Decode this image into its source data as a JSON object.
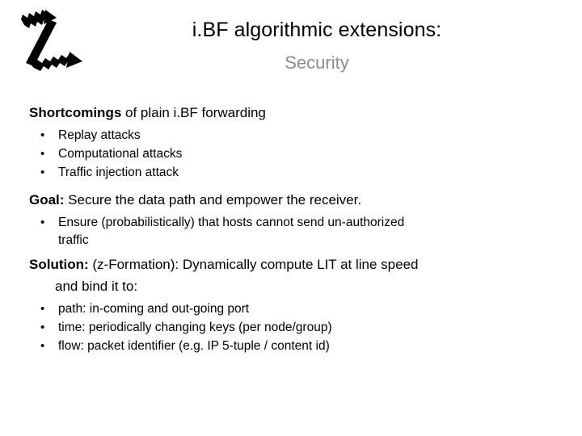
{
  "slide": {
    "logo_alt": "z-formation-logo",
    "title": "i.BF algorithmic extensions:",
    "subtitle": "Security",
    "heading_shortcomings_bold": "Shortcomings",
    "heading_shortcomings_rest": " of plain i.BF forwarding",
    "shortcomings_bullets": [
      "Replay attacks",
      "Computational attacks",
      "Traffic injection attack"
    ],
    "goal_label": "Goal:",
    "goal_text": "  Secure the data path and empower the receiver.",
    "goal_bullet_line1": "Ensure (probabilistically) that hosts cannot send un-authorized",
    "goal_bullet_line2": "traffic",
    "solution_label": "Solution:",
    "solution_text": " (z-Formation): Dynamically compute LIT at line speed",
    "solution_line2": "and bind it to:",
    "solution_bullets": [
      "path: in-coming and out-going port",
      "time: periodically changing keys (per node/group)",
      "flow:  packet identifier (e.g. IP 5-tuple / content id)"
    ],
    "bullet_glyph": "•"
  }
}
